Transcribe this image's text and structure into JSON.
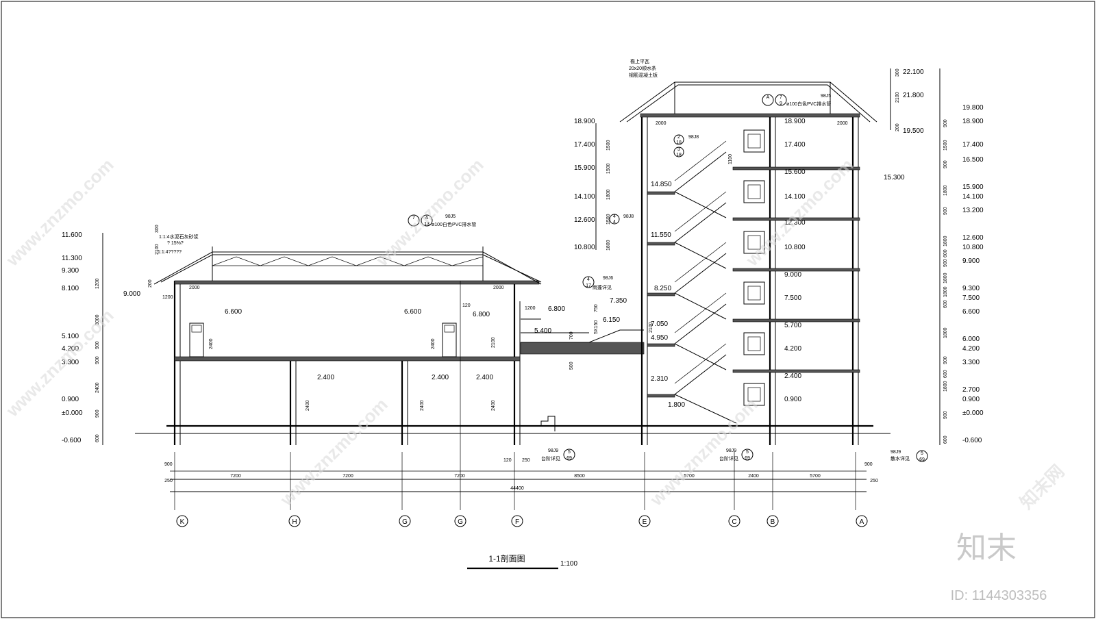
{
  "drawing": {
    "title": "1-1剖面图",
    "scale": "1:100",
    "overall_dimension": "44400"
  },
  "axes": [
    "K",
    "H",
    "G",
    "G",
    "F",
    "E",
    "C",
    "B",
    "A"
  ],
  "bay_dimensions": [
    "250",
    "7200",
    "7200",
    "7200",
    "8500",
    "5700",
    "2400",
    "5700",
    "250"
  ],
  "left_elevations": [
    "11.600",
    "11.300",
    "9.300",
    "8.100",
    "9.000",
    "5.100",
    "4.200",
    "3.300",
    "0.900",
    "±0.000",
    "-0.600"
  ],
  "left_vertical_dims": [
    "300",
    "2100",
    "200",
    "1200",
    "3000",
    "900",
    "900",
    "2400",
    "900",
    "600"
  ],
  "tower_left_elevations": [
    "18.900",
    "17.400",
    "15.900",
    "14.100",
    "12.600",
    "10.800"
  ],
  "tower_left_dims": [
    "1500",
    "1500",
    "1800",
    "1500",
    "1800"
  ],
  "right_elevations": [
    "22.100",
    "21.800",
    "19.800",
    "18.900",
    "19.500",
    "17.400",
    "16.500",
    "15.900",
    "15.300",
    "14.100",
    "13.200",
    "12.600",
    "10.800",
    "9.900",
    "9.300",
    "7.500",
    "6.600",
    "6.000",
    "4.200",
    "3.300",
    "2.700",
    "0.900",
    "±0.000",
    "-0.600"
  ],
  "right_vertical_dims": [
    "300",
    "2100",
    "200",
    "900",
    "1500",
    "900",
    "1800",
    "900",
    "1800",
    "600",
    "1800",
    "900",
    "1800",
    "600",
    "1800",
    "900",
    "1800",
    "600",
    "900",
    "600"
  ],
  "floor_levels_tower": [
    "18.900",
    "17.400",
    "15.600",
    "14.100",
    "12.300",
    "10.800",
    "9.000",
    "7.500",
    "5.700",
    "4.200",
    "2.400",
    "0.900"
  ],
  "stair_levels": [
    "14.850",
    "11.550",
    "8.250",
    "7.050",
    "4.950",
    "2.310",
    "1.800"
  ],
  "low_block_levels": [
    "6.600",
    "6.600",
    "6.800",
    "6.800",
    "5.400",
    "6.150",
    "7.350",
    "2.400",
    "2.400",
    "2.400"
  ],
  "misc_dims": [
    "2000",
    "2000",
    "2000",
    "2000",
    "120",
    "1200",
    "1200",
    "2400",
    "2400",
    "2100",
    "2100",
    "2400",
    "2400",
    "2400",
    "700",
    "500",
    "750",
    "5X150",
    "1100",
    "900",
    "900",
    "120",
    "250"
  ],
  "annotations": {
    "roof_note_1": "1:1:4水泥石灰砂浆",
    "roof_note_2": "1:1:4?????",
    "slope": "? 15%?",
    "pvc_pipe": "ø100白色PVC排水管",
    "canopy": "雨蓬详见",
    "steps": "台阶详见",
    "apron": "散水详见",
    "code_98j5": "98J5",
    "code_98j6": "98J6",
    "code_98j8": "98J8",
    "code_98j9": "98J9",
    "top_note_1": "檐上平瓦",
    "top_note_2": "20x20顺水条",
    "top_note_3": "钢筋混凝土板",
    "detail_nums": [
      "7",
      "A",
      "5",
      "4",
      "2",
      "3"
    ],
    "detail_sheets": [
      "13",
      "9",
      "69",
      "17",
      "18",
      "18",
      "4"
    ]
  },
  "watermarks": {
    "site": "www.znzmo.com",
    "site_cn": "知末网",
    "brand": "知末",
    "id_label": "ID: 1144303356"
  },
  "colors": {
    "line": "#000000",
    "watermark": "#d8d8d8"
  }
}
